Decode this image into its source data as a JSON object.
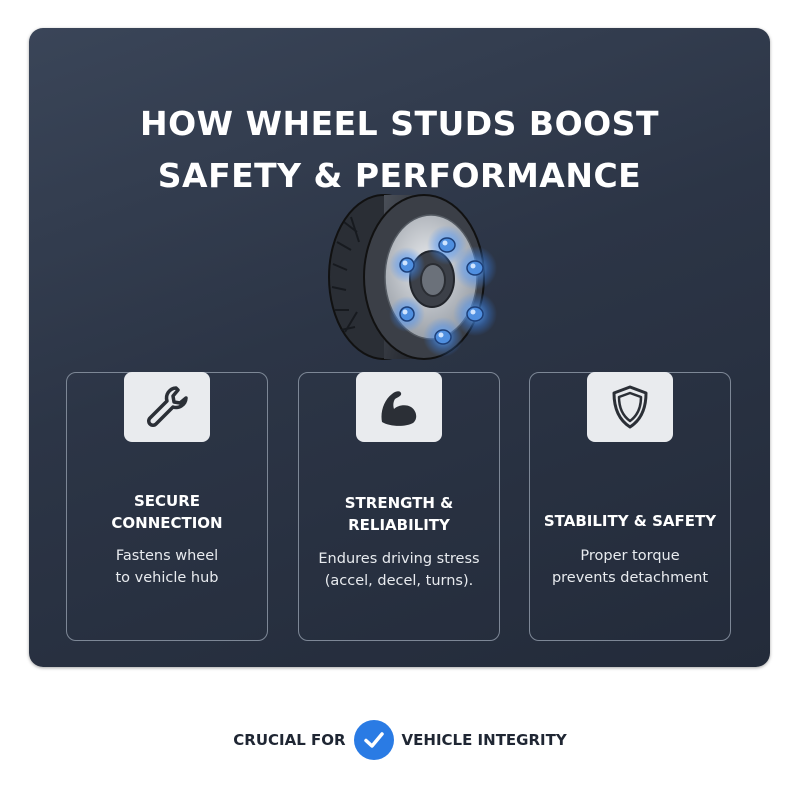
{
  "title": {
    "line1": "HOW WHEEL STUDS BOOST",
    "line2": "SAFETY & PERFORMANCE"
  },
  "wheel": {
    "icon": "wheel-with-studs-icon"
  },
  "cards": [
    {
      "icon": "wrench-icon",
      "title_line1": "SECURE",
      "title_line2": "CONNECTION",
      "desc_line1": "Fastens wheel",
      "desc_line2": "to vehicle hub"
    },
    {
      "icon": "flexed-arm-icon",
      "title_line1": "STRENGTH &",
      "title_line2": "RELIABILITY",
      "desc_line1": "Endures driving stress",
      "desc_line2": "(accel, decel, turns)."
    },
    {
      "icon": "shield-icon",
      "title_line1": "STABILITY & SAFETY",
      "desc_line1": "Proper torque",
      "desc_line2": "prevents detachment"
    }
  ],
  "footer": {
    "left_text": "CRUCIAL FOR",
    "right_text": "VEHICLE INTEGRITY",
    "icon": "checkmark-icon"
  },
  "colors": {
    "panel_bg": "#2c3546",
    "accent_blue": "#2a7be4",
    "stud_glow": "#4da3ff"
  }
}
